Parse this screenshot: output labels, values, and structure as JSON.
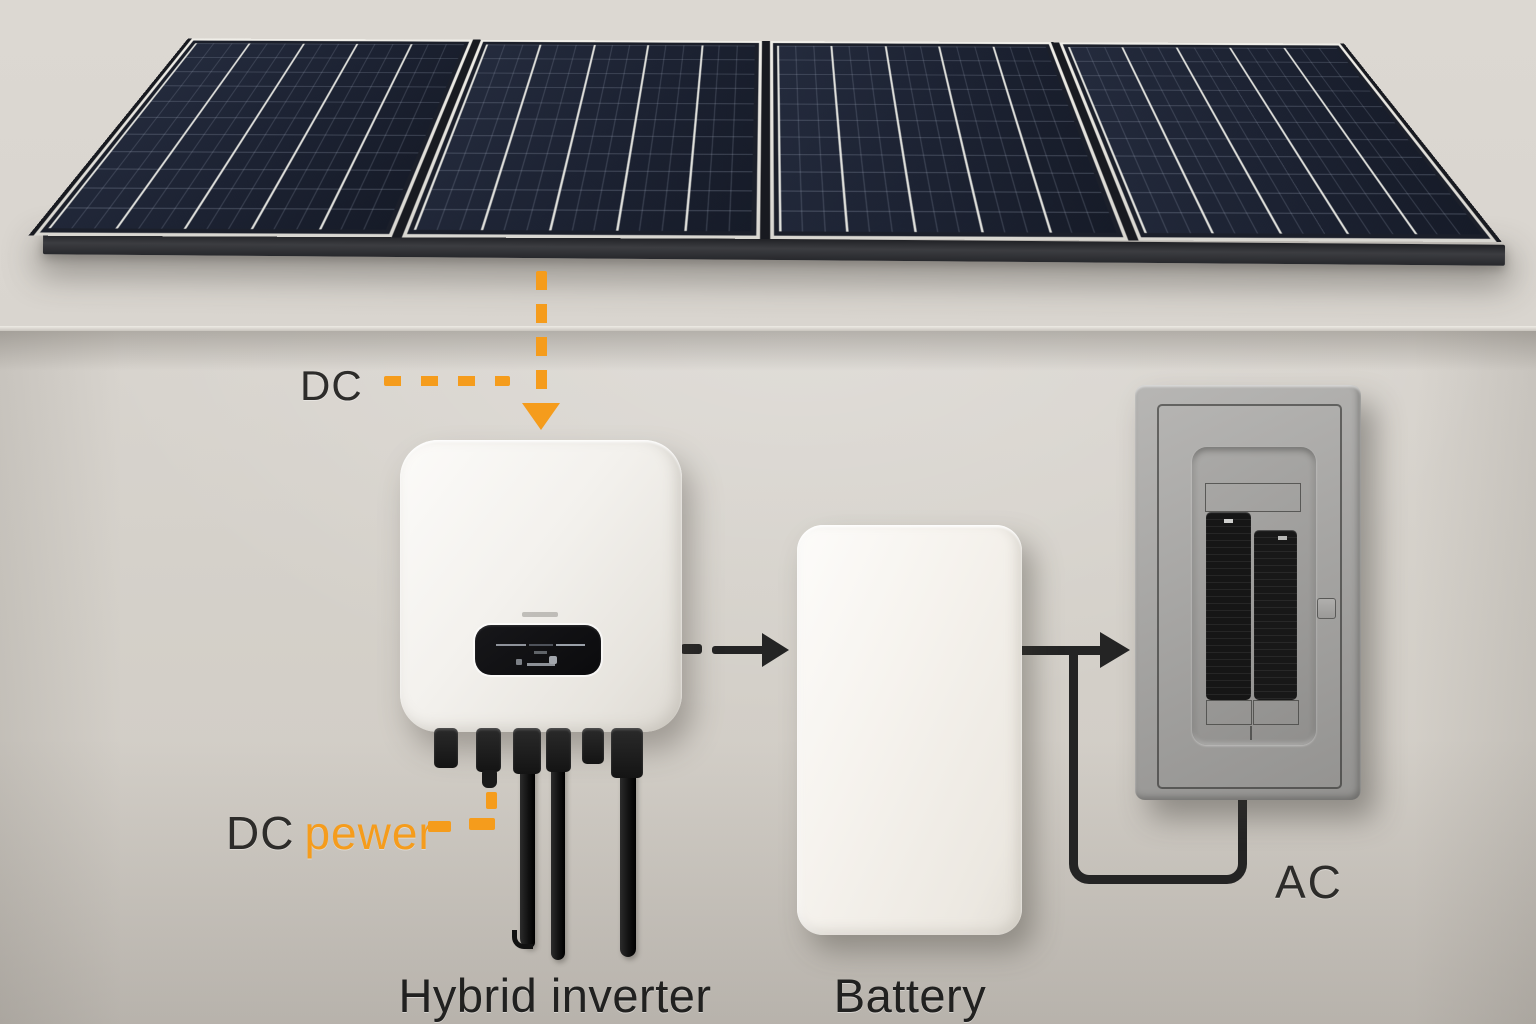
{
  "diagram": {
    "labels": {
      "dc_input": "DC",
      "dc_power_prefix": "DC",
      "dc_power_suffix": "pewer",
      "inverter": "Hybrid inverter",
      "battery": "Battery",
      "ac_output": "AC"
    },
    "solar_array": {
      "panel_count": 4
    },
    "colors": {
      "accent_orange": "#F59C1C",
      "wire_black": "#242424",
      "panel_cell_navy": "#1C2232",
      "wall_gray": "#D6D2CB",
      "breaker_panel_gray": "#A7A6A4",
      "device_white": "#F4F1EC"
    }
  }
}
